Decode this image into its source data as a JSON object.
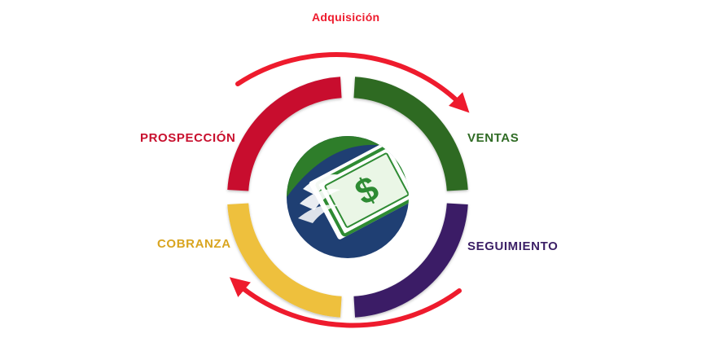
{
  "cycle_label": "Adquisición",
  "segments": [
    {
      "id": "prospeccion",
      "label": "PROSPECCIÓN",
      "color": "#c8102e"
    },
    {
      "id": "ventas",
      "label": "VENTAS",
      "color": "#2f6b24"
    },
    {
      "id": "seguimiento",
      "label": "SEGUIMIENTO",
      "color": "#3b1f66"
    },
    {
      "id": "cobranza",
      "label": "COBRANZA",
      "color": "#eec03e"
    }
  ],
  "arrow_color": "#ee1b2d",
  "center_icon": {
    "name": "money-icon",
    "symbol": "$",
    "circle_colors": [
      "#1f3f73",
      "#2e7d2a"
    ],
    "bill_color": "#2e8b33"
  }
}
